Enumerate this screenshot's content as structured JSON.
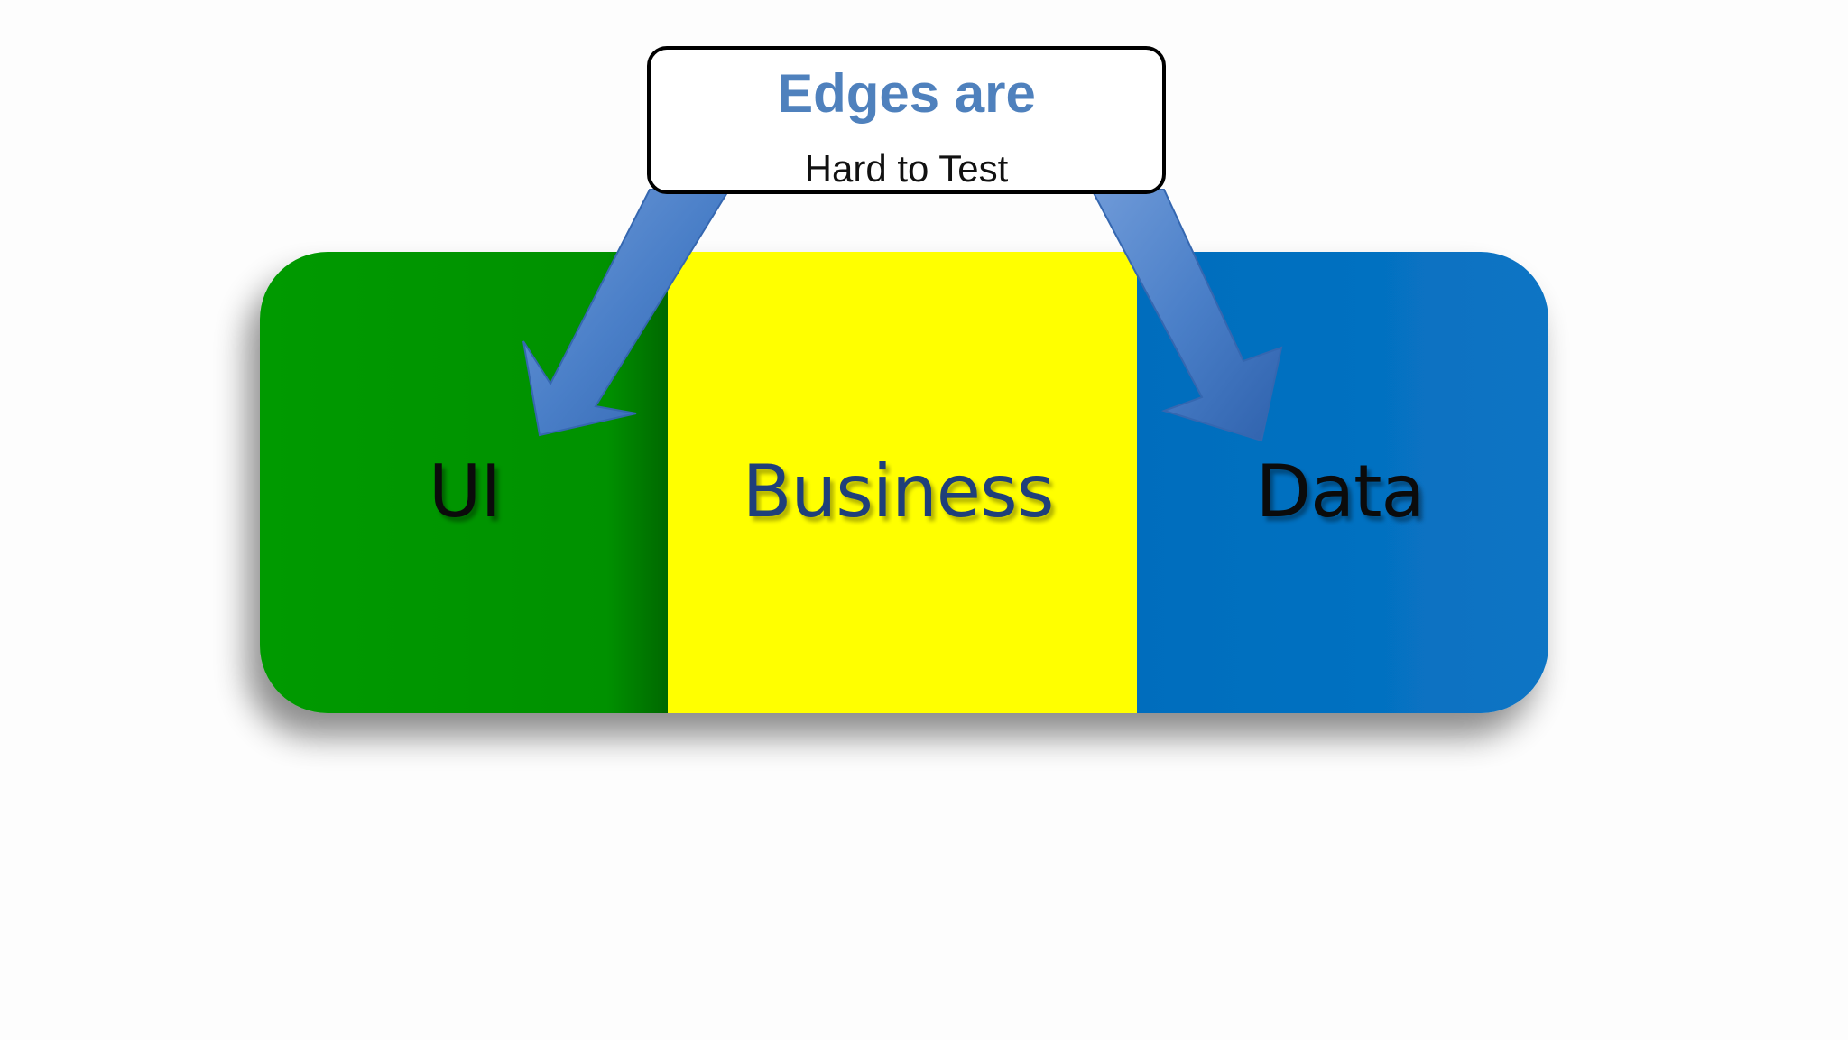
{
  "callout": {
    "title": "Edges are",
    "subtitle": "Hard to Test"
  },
  "layers": [
    {
      "label": "UI",
      "color": "#039103"
    },
    {
      "label": "Business",
      "color": "#ffff00"
    },
    {
      "label": "Data",
      "color": "#0070c0"
    }
  ],
  "colors": {
    "arrow": "#4a7fc8",
    "business_text": "#1f3f7a",
    "callout_title": "#4f81bd"
  }
}
